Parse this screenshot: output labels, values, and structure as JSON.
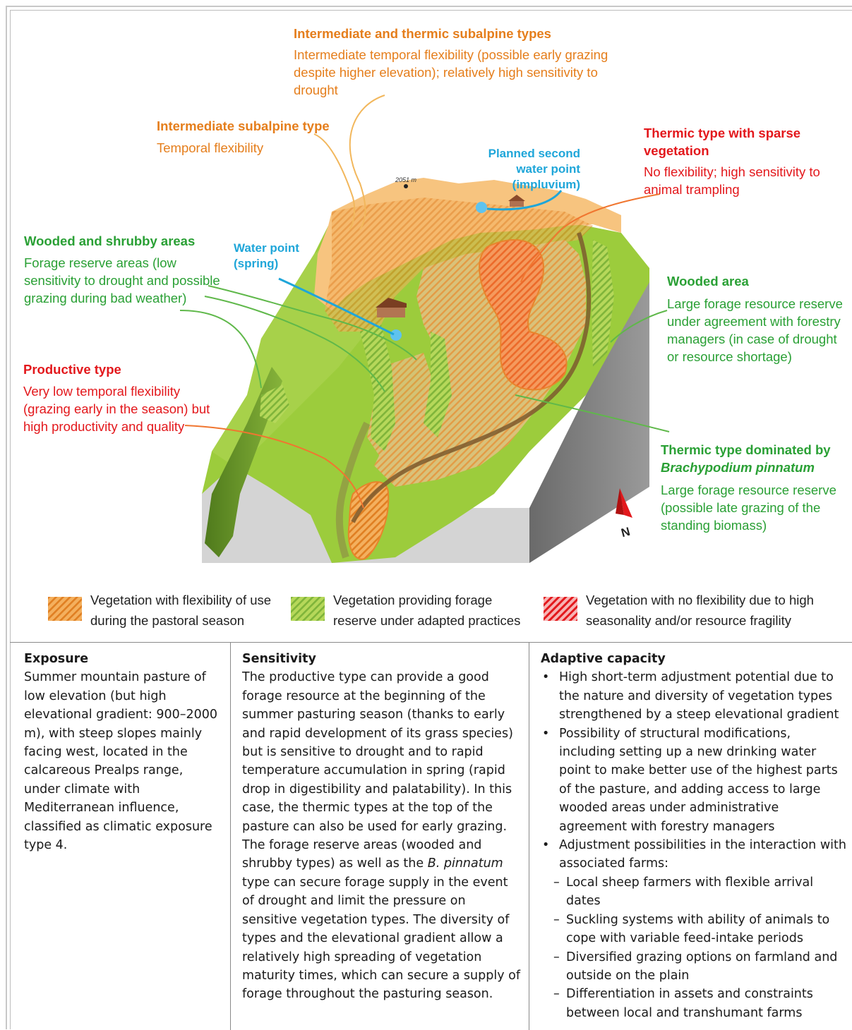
{
  "diagram": {
    "elevation_label": "2051 m",
    "north_label": "N",
    "labels": {
      "intermediate_thermic": {
        "title": "Intermediate and thermic subalpine types",
        "lines": [
          "Intermediate temporal flexibility (possible early grazing",
          "despite higher elevation); relatively high sensitivity to",
          "drought"
        ]
      },
      "intermediate_subalpine": {
        "title": "Intermediate subalpine type",
        "lines": [
          "Temporal flexibility"
        ]
      },
      "planned_water": {
        "lines": [
          "Planned second",
          "water point",
          "(impluvium)"
        ]
      },
      "thermic_sparse": {
        "title_lines": [
          "Thermic type with sparse",
          "vegetation"
        ],
        "lines": [
          "No flexibility; high sensitivity to",
          "animal trampling"
        ]
      },
      "wooded_shrubby": {
        "title": "Wooded and shrubby areas",
        "lines": [
          "Forage reserve areas (low",
          "sensitivity to drought and possible",
          "grazing during bad weather)"
        ]
      },
      "water_point": {
        "lines": [
          "Water point",
          "(spring)"
        ]
      },
      "wooded_area": {
        "title": "Wooded area",
        "lines": [
          "Large forage resource reserve",
          "under agreement with forestry",
          "managers (in case of drought",
          "or resource shortage)"
        ]
      },
      "productive": {
        "title": "Productive type",
        "lines": [
          "Very low temporal flexibility",
          "(grazing early in the season) but",
          "high productivity and quality"
        ]
      },
      "thermic_brachypodium": {
        "title_line1": "Thermic type dominated by",
        "title_line2": "Brachypodium pinnatum",
        "lines": [
          "Large forage resource reserve",
          "(possible late grazing of the",
          "standing biomass)"
        ]
      }
    },
    "colors": {
      "orange": "#e57e1c",
      "red": "#e3181c",
      "green": "#2aa035",
      "blue": "#1fa6d9",
      "pasture_light": "#f7c47f",
      "pasture_green": "#9ccc3c",
      "forest_dark": "#5f8c23",
      "rock_gray": "#d4d4d4",
      "cliff_gray": "#7a7a7a"
    }
  },
  "legend": [
    {
      "lines": [
        "Vegetation with flexibility of use",
        "during the pastoral season"
      ],
      "color": "#e8922f"
    },
    {
      "lines": [
        "Vegetation providing forage",
        "reserve under adapted practices"
      ],
      "color": "#8cc63f"
    },
    {
      "lines": [
        "Vegetation with no flexibility due to high",
        "seasonality and/or resource fragility"
      ],
      "color": "#e3181c"
    }
  ],
  "exposure": {
    "heading": "Exposure",
    "text": "Summer mountain pasture of low elevation (but high elevational gradient: 900–2000 m), with steep slopes mainly facing west, located in the calcareous Prealps range, under climate with Mediterranean influence, classified as climatic exposure type 4."
  },
  "sensitivity": {
    "heading": "Sensitivity",
    "text_before": "The productive type can provide a good forage resource at the beginning of the summer pasturing season (thanks to early and rapid development of its grass species) but is sensitive to drought and to rapid temperature accumulation in spring (rapid drop in digestibility and palatability). In this case, the thermic types at the top of the pasture can also be used for early grazing. The forage reserve areas (wooded and shrubby types) as well as the",
    "italic": "B. pinnatum",
    "text_after": "type can secure forage supply in the event of drought and limit the pressure on sensitive vegetation types. The diversity of types and the elevational gradient allow a relatively high spreading of vegetation maturity times, which can secure a supply of forage throughout the pasturing season."
  },
  "adaptive": {
    "heading": "Adaptive capacity",
    "bullets": [
      "High short-term adjustment potential due to the nature and diversity of vegetation types strengthened by a steep elevational gradient",
      "Possibility of structural modifications, including setting up a new drinking water point to make better use of the highest parts of the pasture, and adding access to large wooded areas under administrative agreement with forestry managers",
      "Adjustment possibilities in the interaction with associated farms:"
    ],
    "sub_bullets": [
      "Local sheep farmers with flexible arrival dates",
      "Suckling systems with ability of animals to cope with variable feed-intake periods",
      "Diversified grazing options on farmland and outside on the plain",
      "Differentiation in assets and constraints between local and transhumant farms"
    ]
  }
}
